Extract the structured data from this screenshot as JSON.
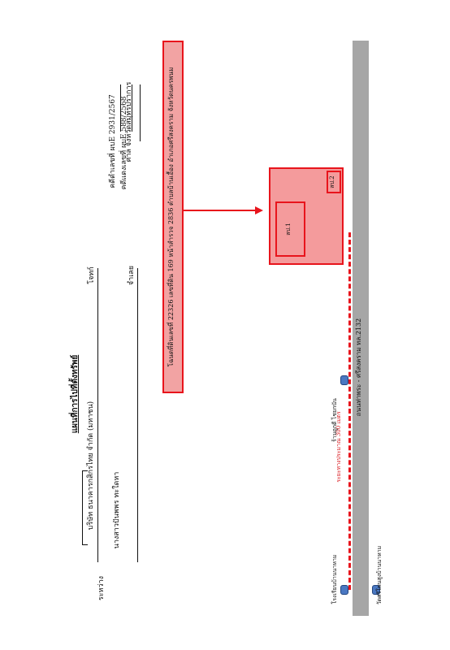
{
  "map_title": "แผนที่การไปที่ตั้งทรัพย์",
  "parties": {
    "between_label": "ระหว่าง",
    "plaintiff_name": "บริษัท ธนาคารกสิกรไทย จำกัด (มหาชน)",
    "plaintiff_role": "โจทก์",
    "defendant_name": "นางสาวปันพพร ทะใดหา",
    "defendant_role": "จำเลย"
  },
  "case": {
    "black_case": "คดีดำเลขที่ ผบE 2931/2567",
    "red_case": "คดีแดงเลขที่ ผบE 588/2568",
    "court": "ศาล จังหวัดสมุทรปราการ"
  },
  "property_caption": "โฉนดที่ดินเลขที่ 22326  เลขที่ดิน 169 หน้าสำรวจ 2836 ตำบลบ้านเอื้อง  อำเภอศรีสงคราม จังหวัดนครพนม",
  "plot_labels": {
    "plot1": "สป.1",
    "plot2": "สป.2"
  },
  "road": {
    "label": "ถนนท่าพระ - ศรีสงคราม ทล.2132"
  },
  "distance_label": "ระยะทางประมาณ 300 เมตร",
  "landmarks": {
    "shop": "ร้านถูกดี ไชยกนัน",
    "school": "โรงเรียนบ้านนาหาม",
    "temple": "วัดศรีโพนสูงบ้านนาหาม"
  },
  "colors": {
    "highlight_fill": "#f49b9c",
    "highlight_border": "#e8141c",
    "caption_fill": "#f2a3a3",
    "road_gray": "#a6a6a6",
    "marker_blue": "#4a78c2"
  }
}
